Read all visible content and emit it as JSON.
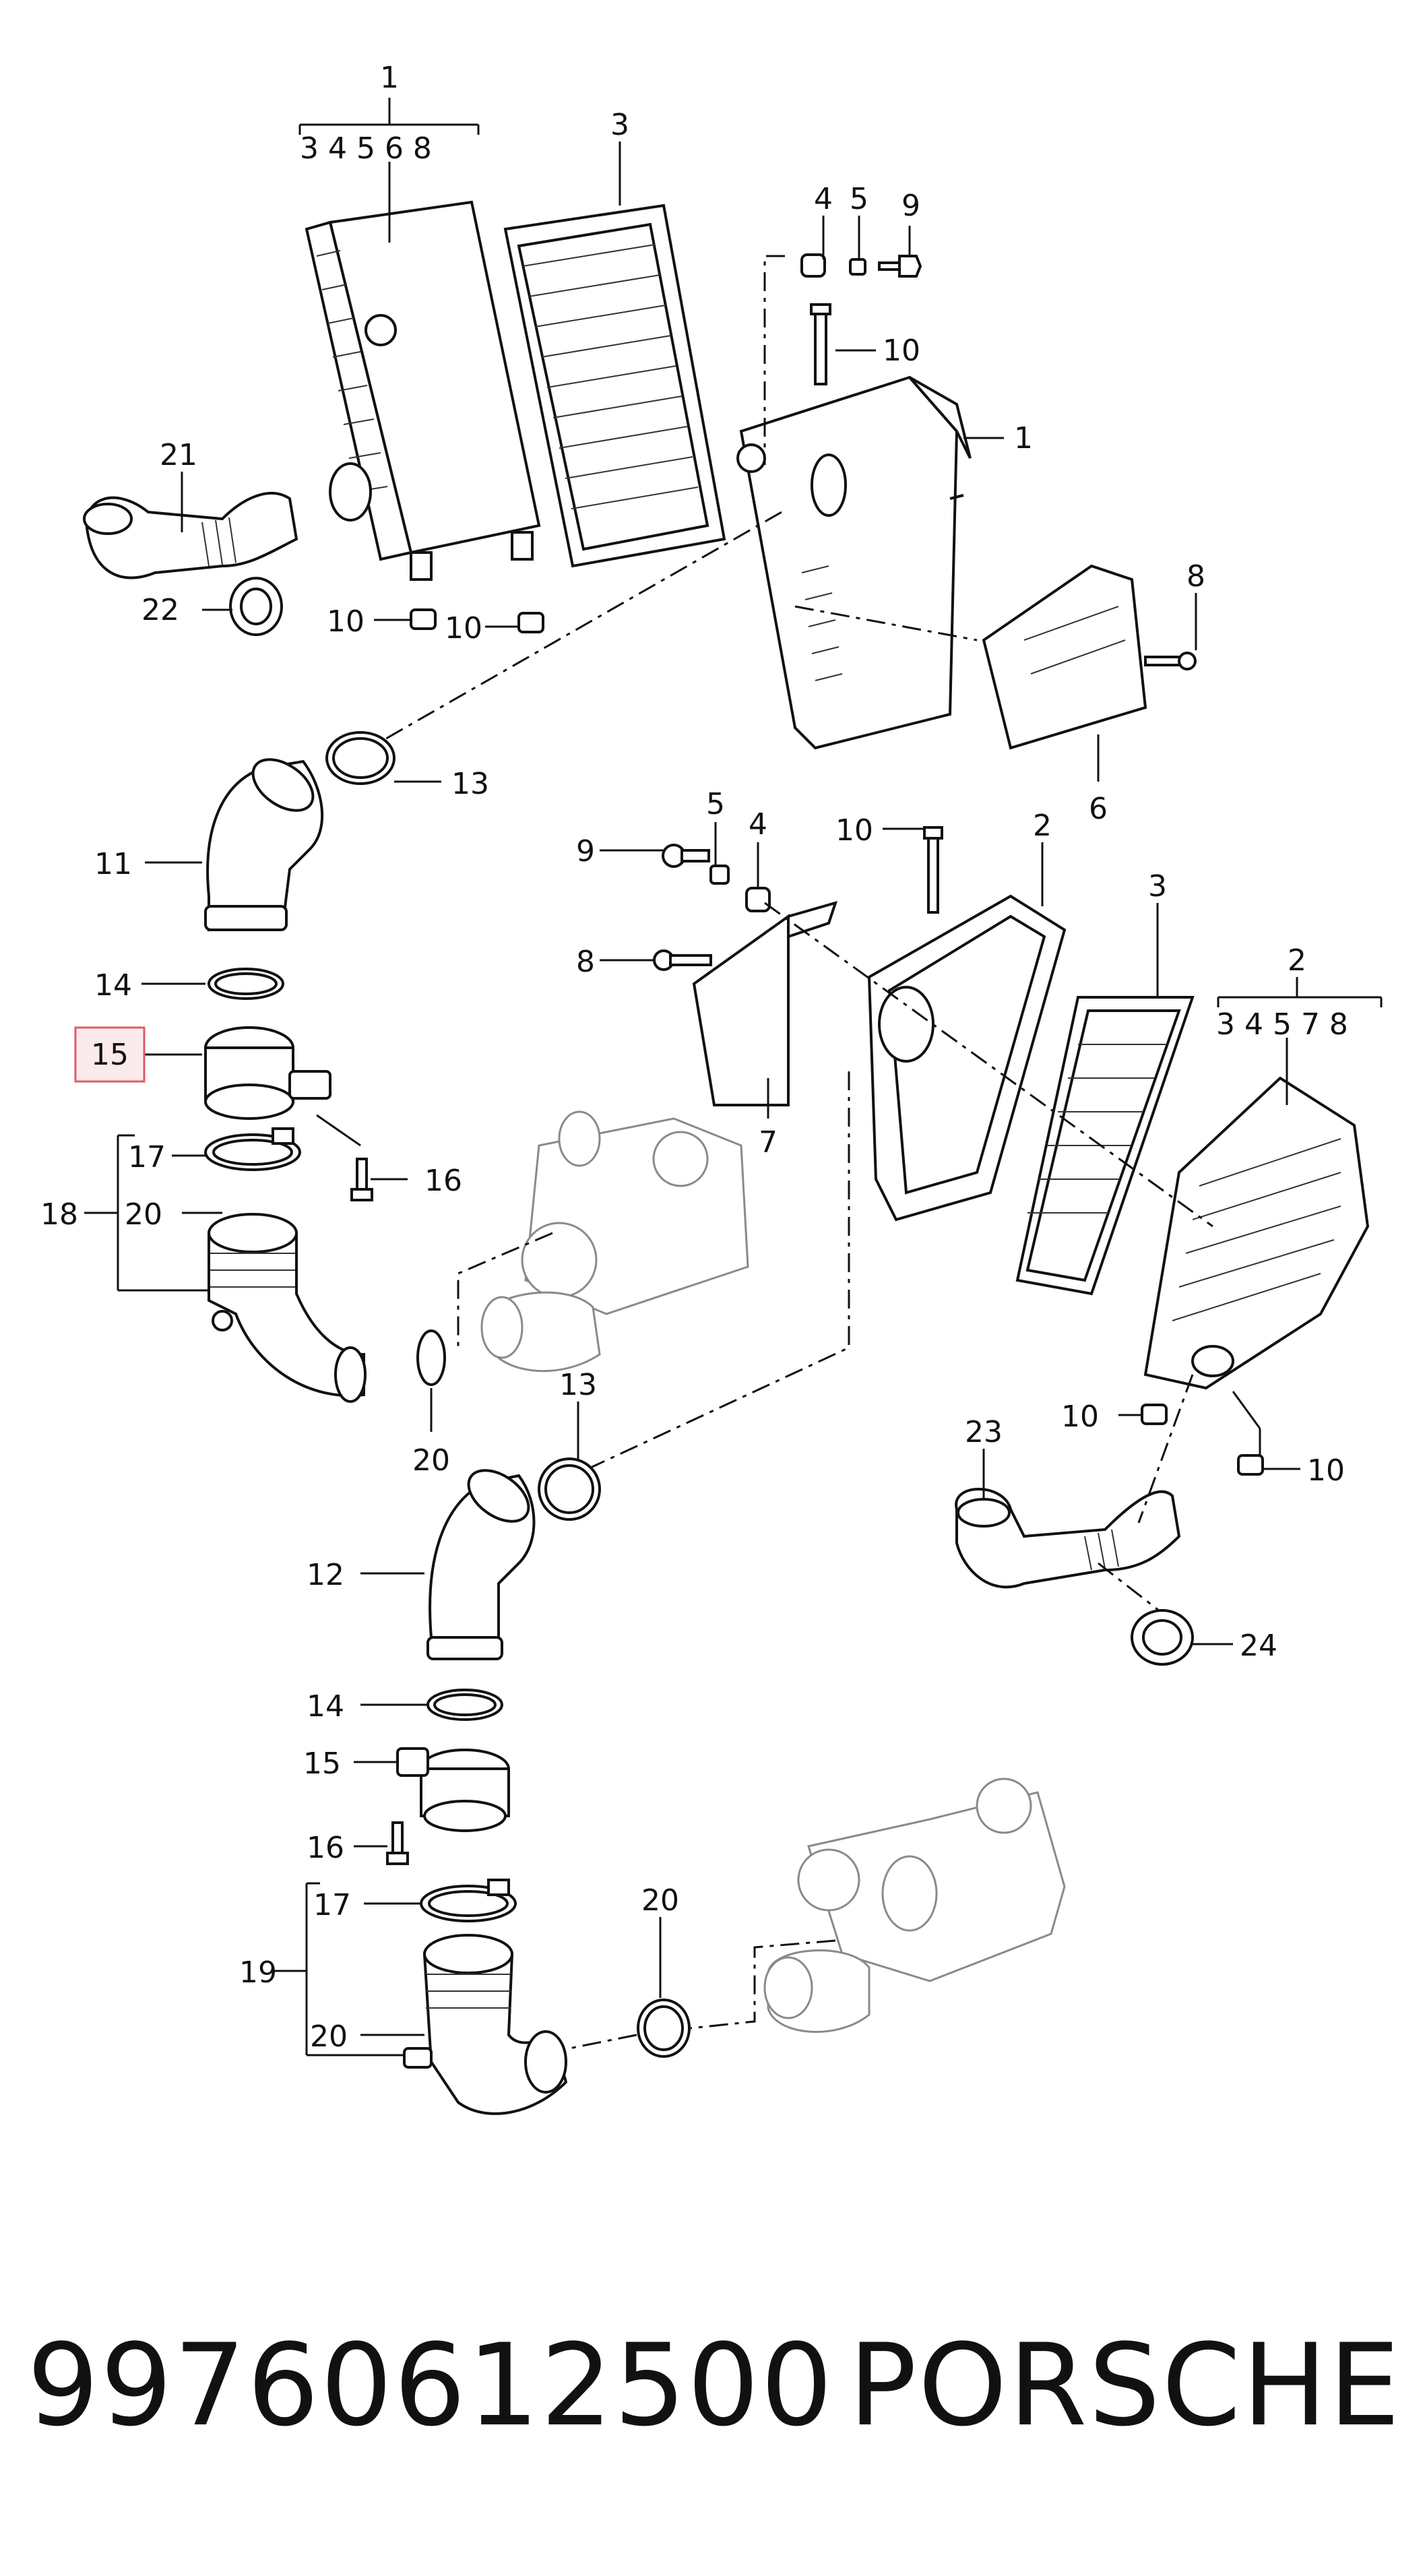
{
  "diagram": {
    "labels": {
      "l1a": "1",
      "l3a": "3",
      "l4a": "4",
      "l5a": "5",
      "l9a": "9",
      "l10a": "10",
      "l1b": "1",
      "l21": "21",
      "l22": "22",
      "l10b": "10",
      "l10c": "10",
      "l8a": "8",
      "l6": "6",
      "l13a": "13",
      "l11": "11",
      "l14a": "14",
      "l15a": "15",
      "l16a": "16",
      "l17a": "17",
      "l18": "18",
      "l20a": "20",
      "l20b": "20",
      "l9b": "9",
      "l5b": "5",
      "l4b": "4",
      "l10d": "10",
      "l2a": "2",
      "l8b": "8",
      "l7": "7",
      "l3b": "3",
      "l2b": "2",
      "l10e": "10",
      "l10f": "10",
      "l23": "23",
      "l24": "24",
      "l13b": "13",
      "l12": "12",
      "l14b": "14",
      "l15b": "15",
      "l16b": "16",
      "l17b": "17",
      "l19": "19",
      "l20c": "20",
      "l20d": "20"
    },
    "kits": {
      "kit1_members": "3  4  5  6  8",
      "kit2_members": "3 4   5  7 8"
    },
    "highlight_color": "#e05a6a"
  },
  "caption": {
    "part_number": "99760612500",
    "brand": "PORSCHE"
  }
}
